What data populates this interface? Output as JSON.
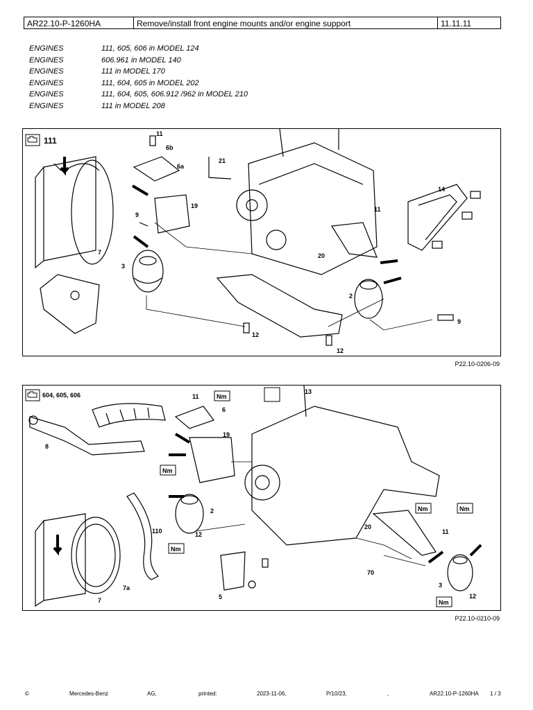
{
  "header": {
    "doc_id": "AR22.10-P-1260HA",
    "title": "Remove/install front engine mounts and/or engine support",
    "date": "11.11.11"
  },
  "engines": [
    {
      "label": "ENGINES",
      "value": "111, 605, 606 in MODEL 124"
    },
    {
      "label": "ENGINES",
      "value": "606.961 in MODEL 140"
    },
    {
      "label": "ENGINES",
      "value": "111 in MODEL 170"
    },
    {
      "label": "ENGINES",
      "value": "111, 604, 605 in MODEL 202"
    },
    {
      "label": "ENGINES",
      "value": "111, 604, 605, 606.912 /962 in MODEL 210"
    },
    {
      "label": "ENGINES",
      "value": "111 in MODEL 208"
    }
  ],
  "figure1": {
    "engine_label": "111",
    "caption": "P22.10-0206-09",
    "callouts": {
      "c11a": "11",
      "c6b": "6b",
      "c6a": "6a",
      "c21": "21",
      "c19": "19",
      "c9a": "9",
      "c7": "7",
      "c3": "3",
      "c20": "20",
      "c11b": "11",
      "c14": "14",
      "c2": "2",
      "c9b": "9",
      "c12a": "12",
      "c12b": "12"
    }
  },
  "figure2": {
    "engine_label": "604, 605, 606",
    "caption": "P22.10-0210-09",
    "nm_label": "Nm",
    "callouts": {
      "c11a": "11",
      "c6": "6",
      "c19": "19",
      "c13": "13",
      "c8": "8",
      "c2": "2",
      "c12a": "12",
      "c110": "110",
      "c7a": "7a",
      "c7": "7",
      "c5": "5",
      "c20": "20",
      "c11b": "11",
      "c70": "70",
      "c3": "3",
      "c12b": "12"
    }
  },
  "footer": {
    "copyright": "©",
    "company": "Mercedes-Benz",
    "ag": "AG,",
    "printed_label": "printed:",
    "printed_date": "2023-11-06,",
    "page_ref": "P/10/23,",
    "sep": ",",
    "doc_id": "AR22.10-P-1260HA",
    "page": "1 / 3"
  }
}
